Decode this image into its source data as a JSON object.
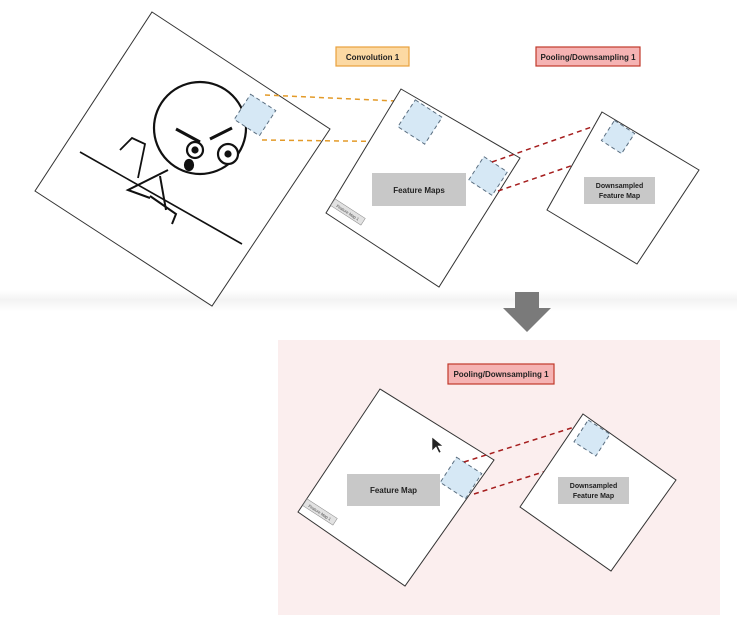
{
  "top_section": {
    "conv_label": "Convolution 1",
    "pool_label": "Pooling/Downsampling 1",
    "feature_maps_label": "Feature Maps",
    "feature_map_tag": "Feature Map 1",
    "downsampled_line1": "Downsampled",
    "downsampled_line2": "Feature Map"
  },
  "bottom_section": {
    "pool_label": "Pooling/Downsampling 1",
    "feature_map_label": "Feature Map",
    "feature_map_tag": "Feature Map 1",
    "downsampled_line1": "Downsampled",
    "downsampled_line2": "Feature Map"
  },
  "colors": {
    "conv_box_fill": "#fcd9a3",
    "conv_box_stroke": "#e8a13c",
    "pool_box_fill": "#f5b3b3",
    "pool_box_stroke": "#c0392b",
    "orange_dash": "#e39a28",
    "red_dash": "#a51d1d",
    "filter_fill": "#d6e8f5",
    "gray_label": "#c8c8c8",
    "arrow": "#7a7a7a",
    "panel": "#fbeeee"
  }
}
